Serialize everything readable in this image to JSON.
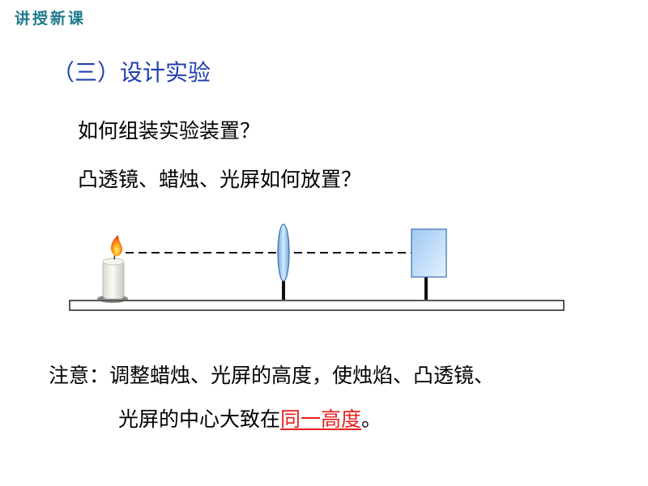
{
  "header": {
    "tag": "讲授新课"
  },
  "section": {
    "title": "（三）设计实验"
  },
  "questions": [
    "如何组装实验装置？",
    "凸透镜、蜡烛、光屏如何放置？"
  ],
  "note": {
    "line1": "注意：调整蜡烛、光屏的高度，使烛焰、凸透镜、",
    "line2_prefix": "光屏的中心大致在",
    "line2_highlight": "同一高度",
    "line2_suffix": "。"
  },
  "colors": {
    "header": "#1f7a8c",
    "title": "#1f3fae",
    "highlight": "#e8201f",
    "lens": "#9fc8f0",
    "screen": "#b8d8f8"
  },
  "icons": {
    "candle": "candle-icon",
    "lens": "convex-lens-icon",
    "screen": "light-screen-icon"
  }
}
